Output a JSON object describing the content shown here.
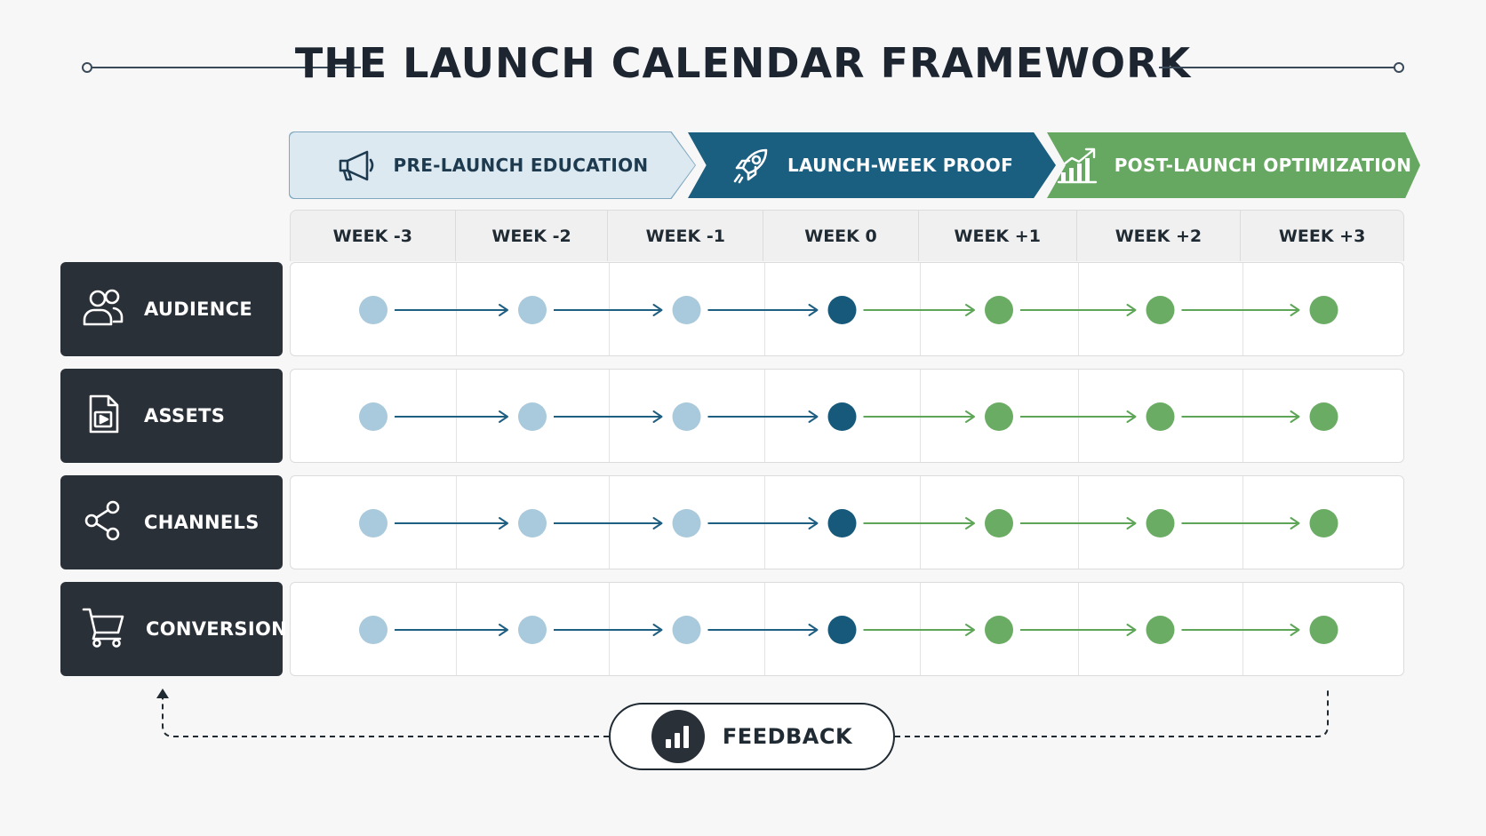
{
  "title": "THE LAUNCH CALENDAR FRAMEWORK",
  "phases": [
    {
      "label": "PRE-LAUNCH EDUCATION",
      "icon": "megaphone-icon",
      "color": "#dce9f1"
    },
    {
      "label": "LAUNCH-WEEK PROOF",
      "icon": "rocket-icon",
      "color": "#1a5e80"
    },
    {
      "label": "POST-LAUNCH OPTIMIZATION",
      "icon": "growth-chart-icon",
      "color": "#66a861"
    }
  ],
  "weeks": [
    "WEEK -3",
    "WEEK -2",
    "WEEK -1",
    "WEEK 0",
    "WEEK +1",
    "WEEK +2",
    "WEEK +3"
  ],
  "rows": [
    {
      "label": "AUDIENCE",
      "icon": "users-icon"
    },
    {
      "label": "ASSETS",
      "icon": "video-file-icon"
    },
    {
      "label": "CHANNELS",
      "icon": "share-icon"
    },
    {
      "label": "CONVERSION",
      "icon": "shopping-cart-icon"
    }
  ],
  "node_phases": [
    "pre",
    "pre",
    "pre",
    "launch",
    "post",
    "post",
    "post"
  ],
  "colors": {
    "pre": "#a9c9dc",
    "launch": "#17597a",
    "post": "#6aac63",
    "arrow_pre": "#1f5f82",
    "arrow_post": "#5ea558"
  },
  "feedback": {
    "label": "FEEDBACK",
    "icon": "bar-chart-icon"
  }
}
